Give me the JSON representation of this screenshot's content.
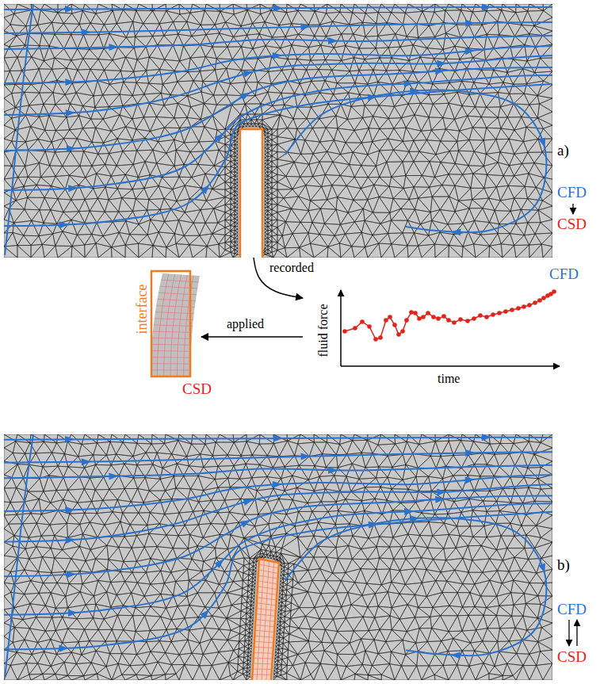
{
  "diagram": {
    "nodes": [
      {
        "text": [
          "CFD"
        ]
      },
      {
        "text": [
          "fluid force",
          "time"
        ]
      },
      {
        "text": [
          "interface",
          "CSD"
        ]
      }
    ],
    "edges": [
      {
        "from": 0,
        "to": 1,
        "label": "recorded",
        "arrow": "to"
      },
      {
        "from": 1,
        "to": 2,
        "label": "applied",
        "arrow": "to"
      }
    ],
    "labels": [
      "a)",
      "CFD",
      "CSD",
      "b)",
      "CFD",
      "CSD"
    ]
  }
}
